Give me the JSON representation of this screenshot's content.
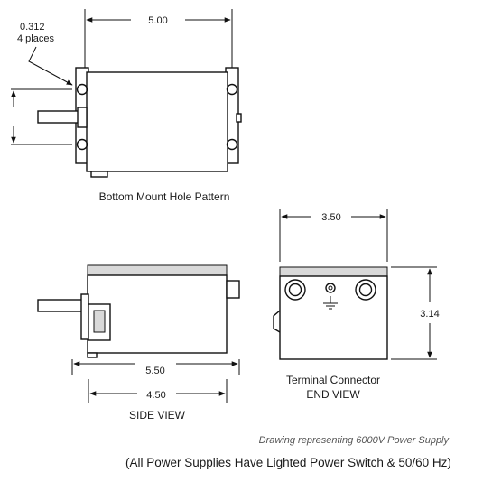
{
  "top_view": {
    "width_dim": "5.00",
    "hole_dim": "0.312",
    "hole_note": "4 places",
    "caption": "Bottom Mount Hole Pattern"
  },
  "side_view": {
    "overall_dim": "5.50",
    "body_dim": "4.50",
    "caption": "SIDE VIEW"
  },
  "end_view": {
    "width_dim": "3.50",
    "height_dim": "3.14",
    "caption_line1": "Terminal Connector",
    "caption_line2": "END VIEW"
  },
  "footer": {
    "note": "Drawing representing 6000V Power Supply",
    "main": "(All Power Supplies Have Lighted Power Switch & 50/60 Hz)"
  }
}
